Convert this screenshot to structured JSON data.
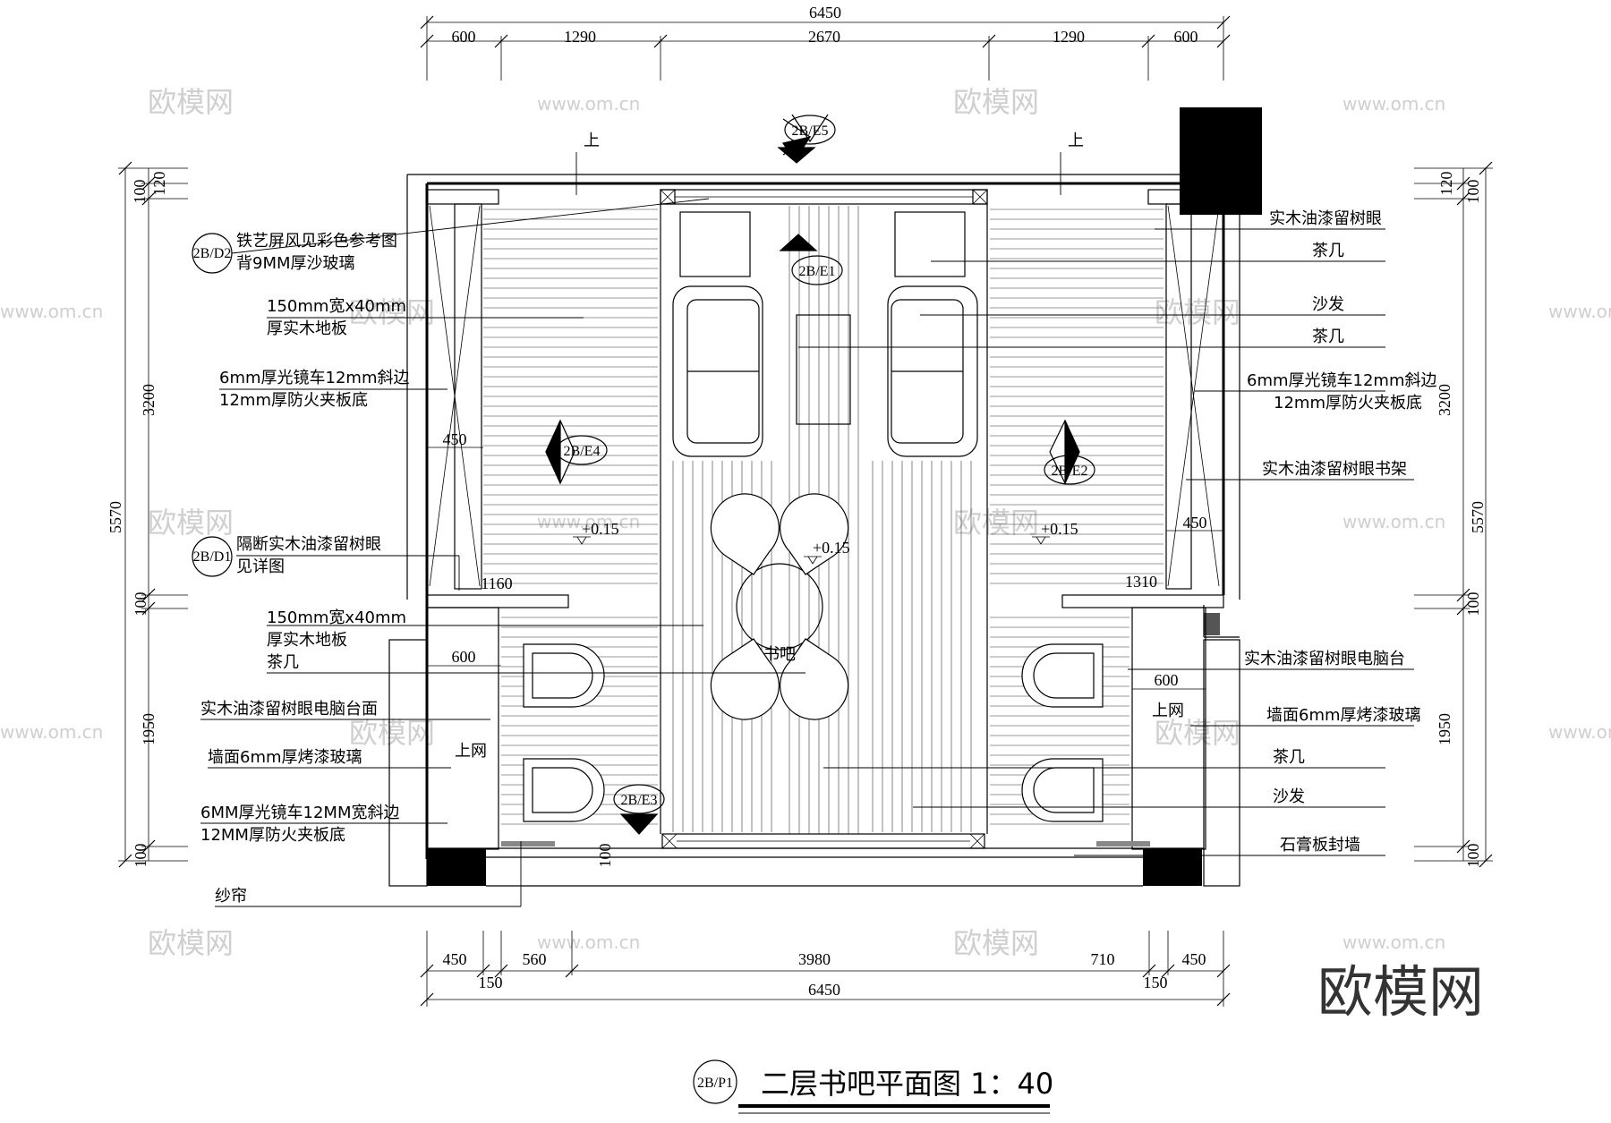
{
  "drawing": {
    "title": "二层书吧平面图 1：40",
    "sheet_tag": "2B/P1",
    "room_label": "书吧",
    "level_marks": [
      "+0.15",
      "+0.15",
      "+0.15"
    ],
    "stair_marks": [
      "上",
      "上"
    ],
    "internet_marks": [
      "上网",
      "上网"
    ]
  },
  "dimensions": {
    "top_total": "6450",
    "top_segments": [
      "600",
      "1290",
      "2670",
      "1290",
      "600"
    ],
    "bottom_total": "6450",
    "bottom_segments": [
      "450",
      "560",
      "3980",
      "710",
      "450"
    ],
    "bottom_small": [
      "150",
      "150"
    ],
    "left_total": "5570",
    "left_segments": [
      "100",
      "120",
      "3200",
      "100",
      "1950",
      "100"
    ],
    "right_total": "5570",
    "right_segments": [
      "120",
      "100",
      "3200",
      "100",
      "1950",
      "100"
    ],
    "inner": [
      "450",
      "450",
      "1160",
      "1310",
      "600",
      "600",
      "100"
    ]
  },
  "elevation_tags": [
    "2B/E5",
    "2B/E1",
    "2B/E4",
    "2B/E2",
    "2B/E3"
  ],
  "detail_tags": [
    "2B/D2",
    "2B/D1"
  ],
  "notes_left": [
    [
      "铁艺屏风见彩色参考图",
      "背9MM厚沙玻璃"
    ],
    [
      "150mm宽x40mm",
      "厚实木地板"
    ],
    [
      "6mm厚光镜车12mm斜边",
      "12mm厚防火夹板底"
    ],
    [
      "隔断实木油漆留树眼",
      "见详图"
    ],
    [
      "150mm宽x40mm",
      "厚实木地板",
      "茶几"
    ],
    [
      "实木油漆留树眼电脑台面"
    ],
    [
      "墙面6mm厚烤漆玻璃"
    ],
    [
      "6MM厚光镜车12MM宽斜边",
      "12MM厚防火夹板底"
    ],
    [
      "纱帘"
    ]
  ],
  "notes_right": [
    [
      "实木油漆留树眼"
    ],
    [
      "茶几"
    ],
    [
      "沙发"
    ],
    [
      "茶几"
    ],
    [
      "6mm厚光镜车12mm斜边",
      "12mm厚防火夹板底"
    ],
    [
      "实木油漆留树眼书架"
    ],
    [
      "实木油漆留树眼电脑台"
    ],
    [
      "墙面6mm厚烤漆玻璃"
    ],
    [
      "茶几"
    ],
    [
      "沙发"
    ],
    [
      "石膏板封墙"
    ]
  ],
  "watermarks": {
    "brand": "欧模网",
    "url": "www.om.cn",
    "corner_logo": "欧模网"
  }
}
